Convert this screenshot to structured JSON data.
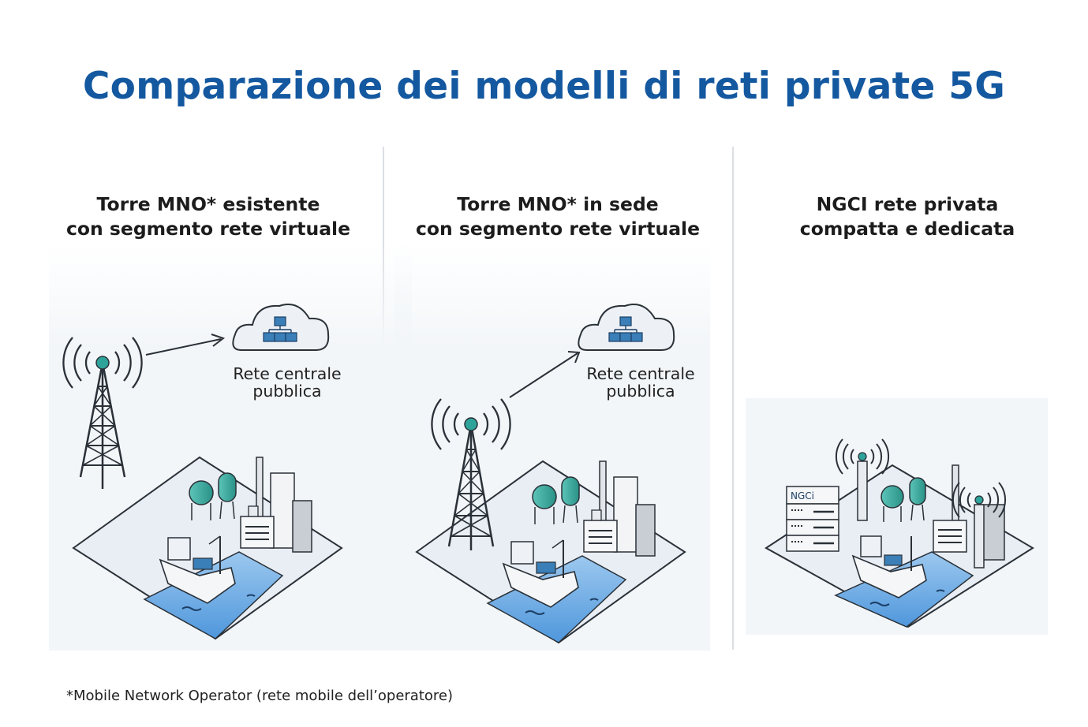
{
  "title": "Comparazione dei modelli di reti private 5G",
  "columns": [
    {
      "heading_line1": "Torre MNO* esistente",
      "heading_line2": "con segmento rete virtuale",
      "cloud_label_line1": "Rete centrale",
      "cloud_label_line2": "pubblica"
    },
    {
      "heading_line1": "Torre MNO* in sede",
      "heading_line2": "con segmento rete virtuale",
      "cloud_label_line1": "Rete centrale",
      "cloud_label_line2": "pubblica"
    },
    {
      "heading_line1": "NGCI rete privata",
      "heading_line2": "compatta e dedicata",
      "server_label": "NGCi"
    }
  ],
  "footnote": "*Mobile Network Operator (rete mobile dell’operatore)",
  "colors": {
    "title": "#1458a0",
    "line": "#2a3138",
    "teal": "#2ea39a",
    "water": "#6aa9e0",
    "cloud_icon": "#3a7fb8"
  }
}
